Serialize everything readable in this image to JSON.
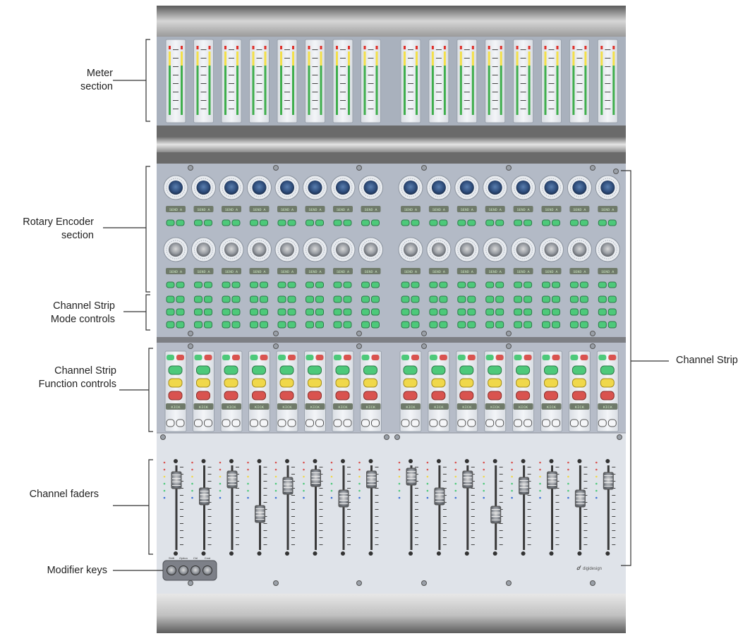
{
  "callouts": {
    "meter": "Meter\nsection",
    "encoder": "Rotary Encoder\nsection",
    "mode": "Channel Strip\nMode controls",
    "function": "Channel Strip\nFunction controls",
    "faders": "Channel faders",
    "modifier": "Modifier keys",
    "channel_strip": "Channel Strip"
  },
  "strip_label": "KICK",
  "encoder_display": "SEND A",
  "modifier_labels": [
    "Shift",
    "Option",
    "Ctrl",
    "Cmd"
  ],
  "logo_text": "digidesign",
  "colors": {
    "panel": "#c9cfd8",
    "panel_dark": "#aeb6c2",
    "frame_dark": "#5c5c5c",
    "green": "#4dc97a",
    "yellow": "#f0d84a",
    "red": "#d9534f",
    "meter_green": "#3fae4d",
    "meter_yellow": "#f3e04a",
    "meter_red": "#e0302a"
  }
}
